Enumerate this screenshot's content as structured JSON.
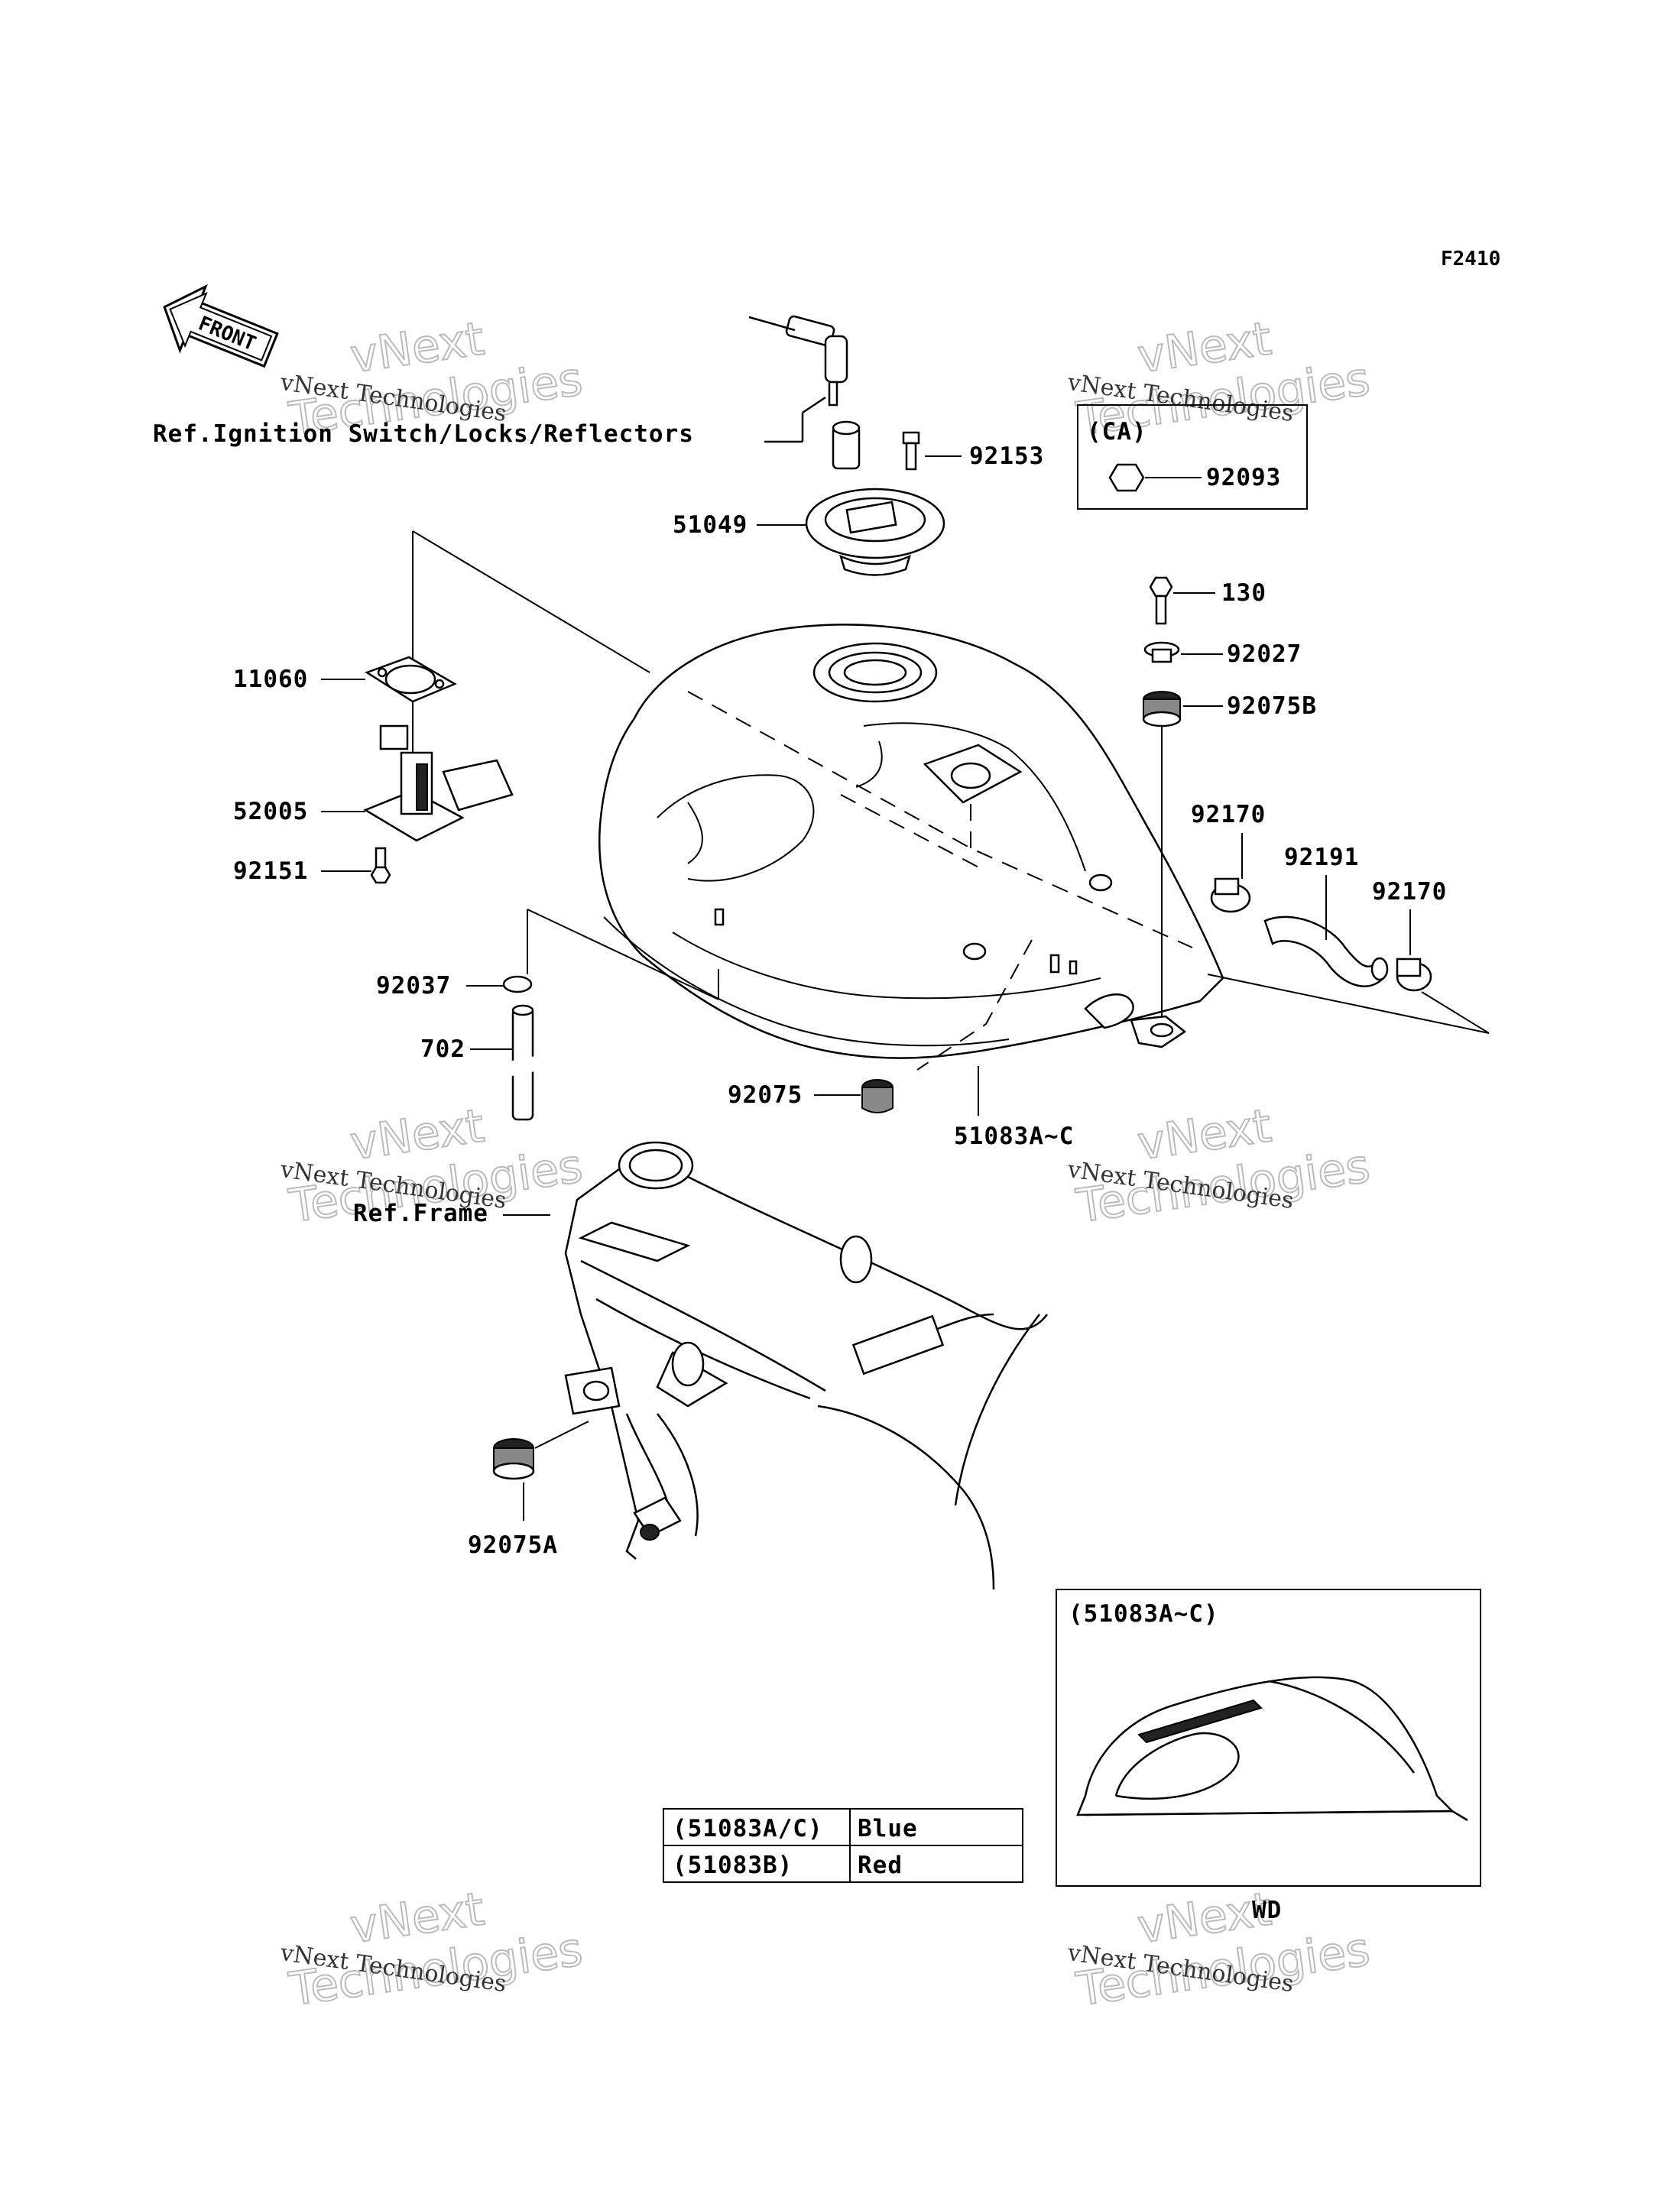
{
  "figure_code": "F2410",
  "front_badge": "FRONT",
  "watermark": {
    "line1": "vNext Technologies",
    "line2": "Technologies",
    "line3": "vNext"
  },
  "references": {
    "ignition": "Ref.Ignition Switch/Locks/Reflectors",
    "frame": "Ref.Frame"
  },
  "ca_box": {
    "title": "(CA)",
    "part": "92093"
  },
  "parts": {
    "p92153": "92153",
    "p51049": "51049",
    "p130": "130",
    "p92027": "92027",
    "p92075B": "92075B",
    "p11060": "11060",
    "p52005": "52005",
    "p92151": "92151",
    "p92170a": "92170",
    "p92191": "92191",
    "p92170b": "92170",
    "p92037": "92037",
    "p702": "702",
    "p92075": "92075",
    "p51083": "51083A~C",
    "p92075A": "92075A"
  },
  "inset": {
    "title": "(51083A~C)",
    "note": "WD"
  },
  "color_table": {
    "rows": [
      {
        "code": "(51083A/C)",
        "color": "Blue"
      },
      {
        "code": "(51083B)",
        "color": "Red"
      }
    ]
  }
}
